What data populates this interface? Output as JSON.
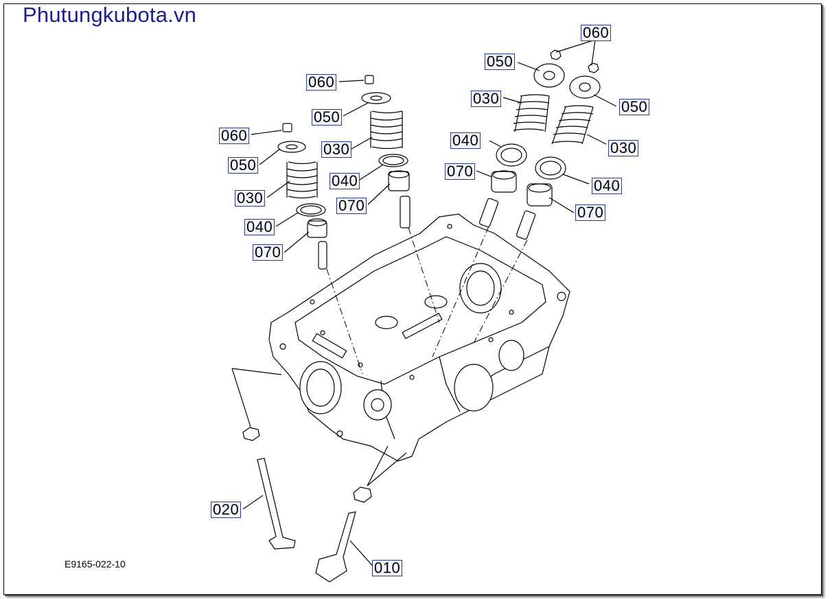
{
  "brand": "Phutungkubota.vn",
  "drawing_code": "E9165-022-10",
  "labels": {
    "l060_a": "060",
    "l060_b": "060",
    "l060_c": "060",
    "l050_a": "050",
    "l050_b": "050",
    "l050_c": "050",
    "l050_d": "050",
    "l030_a": "030",
    "l030_b": "030",
    "l030_c": "030",
    "l030_d": "030",
    "l040_a": "040",
    "l040_b": "040",
    "l040_c": "040",
    "l040_d": "040",
    "l070_a": "070",
    "l070_b": "070",
    "l070_c": "070",
    "l070_d": "070",
    "l020": "020",
    "l010": "010"
  }
}
